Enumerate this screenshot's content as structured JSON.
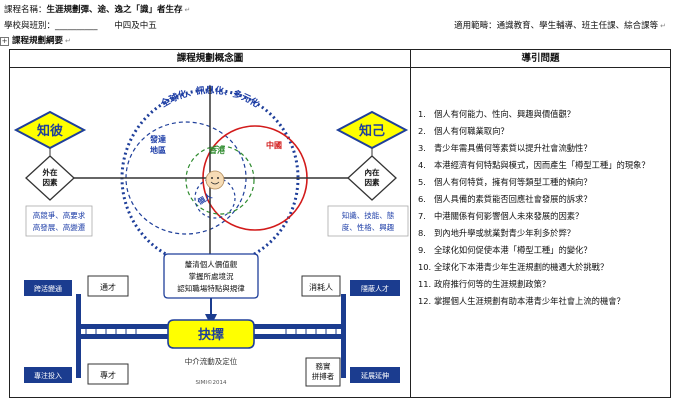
{
  "header": {
    "course_label": "課程名稱：",
    "course_name": "生涯規劃彈、途、逸之「識」者生存",
    "school_label": "學校與班別：__________",
    "grade": "中四及中五",
    "scope_label": "適用範疇：",
    "scope_value": "通識教育、學生輔導、班主任課、綜合課等",
    "section_title": "課程規劃綱要"
  },
  "table": {
    "left_header": "課程規劃概念圖",
    "right_header": "導引問題"
  },
  "diagram": {
    "ring_label": "全球化、訊息化、多元化",
    "zhi_bi": "知彼",
    "zhi_ji": "知己",
    "external_factor": "外在因素",
    "internal_factor": "內在因素",
    "external_desc": "高競爭、高要求 高發展、高變遷",
    "internal_desc": "知識、技能、態度、性格、興趣",
    "developed_regions": "發達地區",
    "hong_kong": "香港",
    "china": "中國",
    "individual": "個人",
    "scroll_text_1": "釐清個人價值觀",
    "scroll_text_2": "掌握所處境況",
    "scroll_text_3": "認知職場特點與規律",
    "choice": "抉擇",
    "cross_flow": "跨活變通",
    "generalist": "通才",
    "specialist_invest": "專注投入",
    "specialist": "專才",
    "consumer": "消耗人",
    "hidden_talent": "隱蔽人才",
    "pragmatic": "務實拼搏者",
    "extend": "延展延伸",
    "middle_flow": "中介流動及定位",
    "copyright": "SIMI©2014"
  },
  "questions": [
    "個人有何能力、性向、興趣與價值觀？",
    "個人有何職業取向？",
    "青少年需具備何等素質以提升社會流動性？",
    "本港經濟有何特點與模式，因而產生「樽型工種」的現象？",
    "個人有何特質，擁有何等類型工種的傾向？",
    "個人具備的素質能否回應社會發展的訴求？",
    "中港關係有何影響個人未來發展的因素？",
    "到內地升學或就業對青少年利多於弊？",
    "全球化如何促使本港「樽型工種」的變化？",
    "全球化下本港青少年生涯規劃的機遇大於挑戰？",
    "政府推行何等的生涯規劃政策？",
    "掌握個人生涯規劃有助本港青少年社會上流的機會？"
  ],
  "colors": {
    "zhi_diamond": "#ffff00",
    "ring_blue": "#1f3f9a",
    "china_red": "#d21b1b",
    "hk_green": "#2e8b2e",
    "label_blue": "#1f3fa8",
    "bar_blue": "#1b3c8f"
  }
}
